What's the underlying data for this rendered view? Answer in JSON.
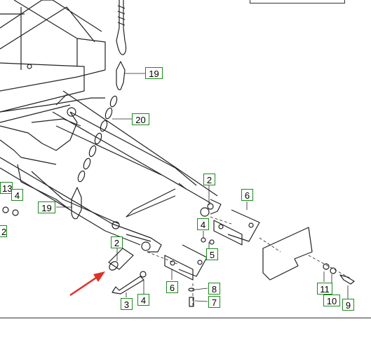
{
  "colors": {
    "callout_border": "#1a8a1a",
    "arrow": "#e0302a",
    "line": "#222222"
  },
  "callouts": [
    "19",
    "20",
    "2",
    "6",
    "13",
    "4",
    "19",
    "4",
    "5",
    "2",
    "6",
    "8",
    "7",
    "3",
    "4",
    "11",
    "10",
    "9",
    "2"
  ]
}
